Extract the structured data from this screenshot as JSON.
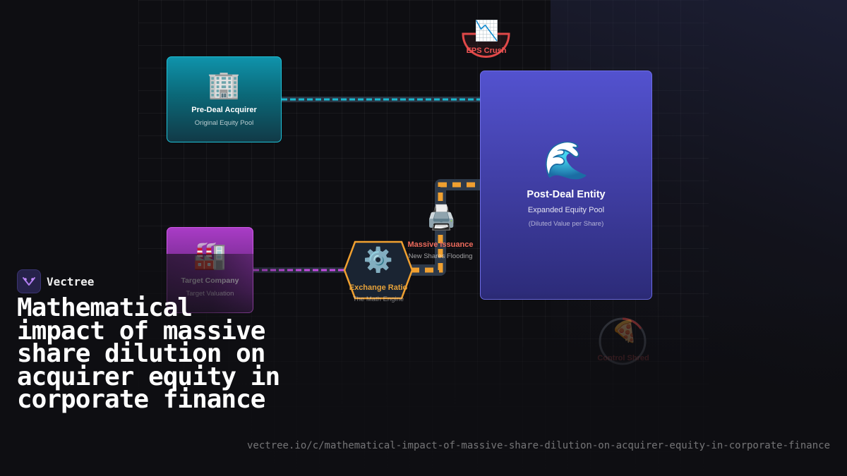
{
  "nodes": {
    "acquirer": {
      "icon": "office-building-icon",
      "emoji": "🏢",
      "title": "Pre-Deal Acquirer",
      "subtitle": "Original Equity Pool",
      "color": "#1fc2d8"
    },
    "target": {
      "icon": "factory-icon",
      "emoji": "🏭",
      "title": "Target Company",
      "subtitle": "Target Valuation",
      "color": "#d05ae8"
    },
    "exchange": {
      "icon": "gear-icon",
      "emoji": "⚙️",
      "title": "Exchange Ratio",
      "subtitle": "The Math Engine",
      "color": "#f0a030"
    },
    "issuance": {
      "icon": "printer-icon",
      "emoji": "🖨️",
      "title": "Massive Issuance",
      "subtitle": "New Shares Flooding",
      "color": "#ee6b5c"
    },
    "post_deal": {
      "icon": "wave-icon",
      "emoji": "🌊",
      "title": "Post-Deal Entity",
      "subtitle": "Expanded Equity Pool",
      "note": "(Diluted Value per Share)",
      "color": "#6d6ce8"
    },
    "eps_crush": {
      "icon": "chart-decreasing-icon",
      "emoji": "📉",
      "label": "EPS Crush",
      "color": "#ee5555"
    },
    "control_shred": {
      "icon": "pizza-slice-icon",
      "emoji": "🍕",
      "label": "Control Shred",
      "color": "#ee5555"
    }
  },
  "brand": {
    "name": "Vectree",
    "icon": "vectree-logo-icon"
  },
  "title": "Mathematical impact of massive share dilution on acquirer equity in corporate finance",
  "url": "vectree.io/c/mathematical-impact-of-massive-share-dilution-on-acquirer-equity-in-corporate-finance"
}
